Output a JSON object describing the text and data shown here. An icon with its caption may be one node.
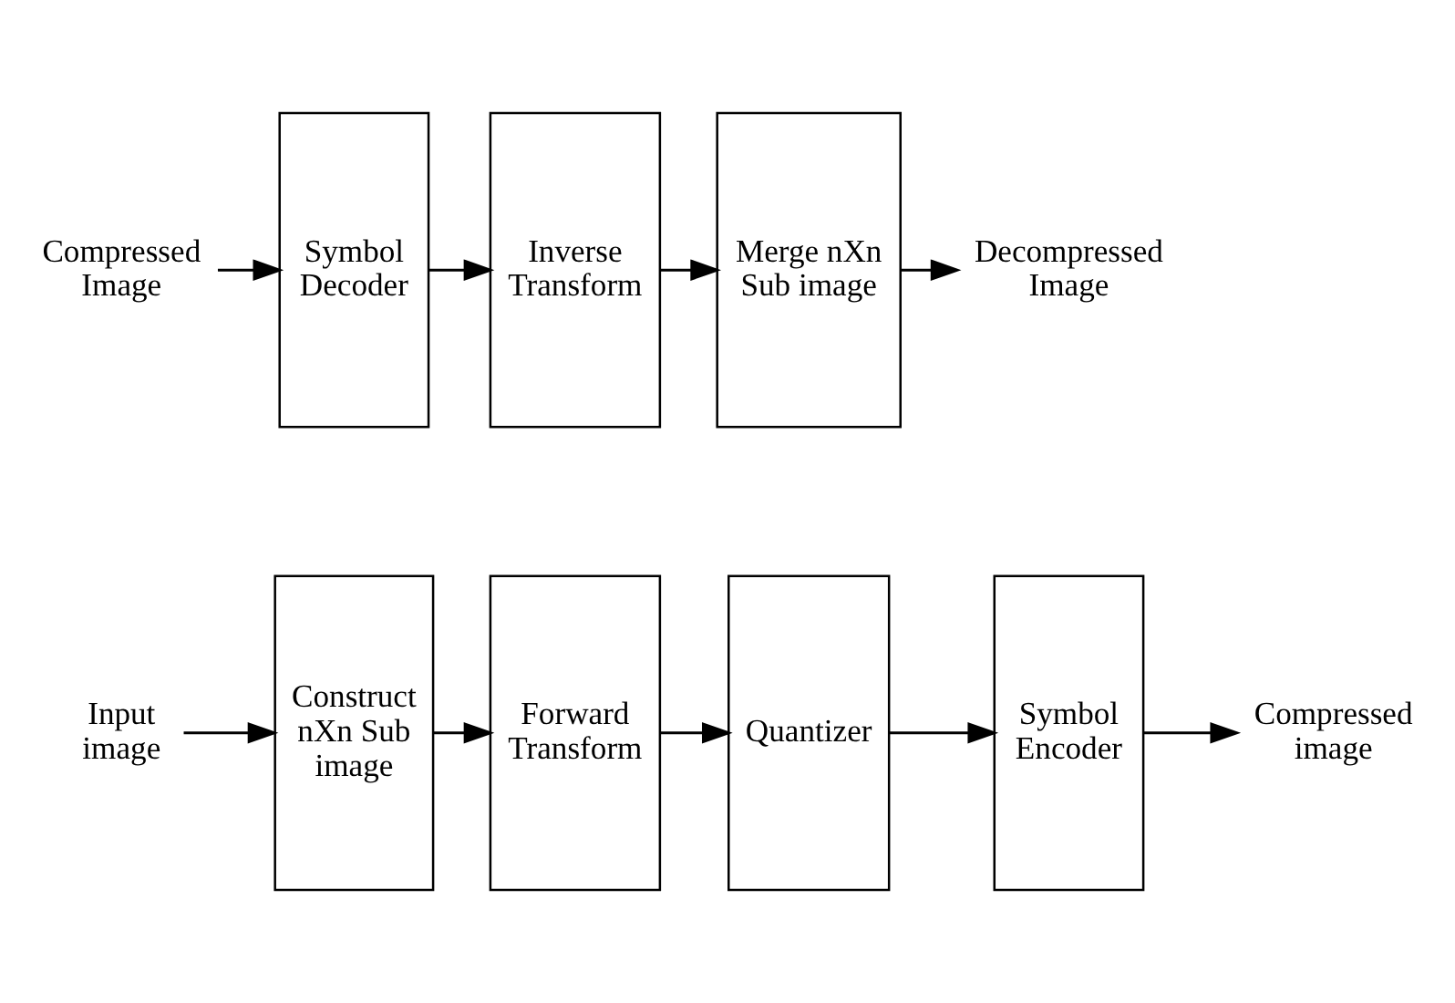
{
  "diagram": {
    "nodes": [
      {
        "text": [
          "Input image"
        ]
      },
      {
        "text": [
          "Construct nXn Sub image"
        ]
      },
      {
        "text": [
          "Forward Transform"
        ]
      },
      {
        "text": [
          "Quantizer"
        ]
      },
      {
        "text": [
          "Symbol Encoder"
        ]
      },
      {
        "text": [
          "Compressed image"
        ]
      },
      {
        "text": [
          "Compressed Image"
        ]
      },
      {
        "text": [
          "Symbol Decoder"
        ]
      },
      {
        "text": [
          "Inverse Transform"
        ]
      },
      {
        "text": [
          "Merge nXn Sub image"
        ]
      },
      {
        "text": [
          "Decompressed Image"
        ]
      }
    ],
    "edges": [
      {
        "from": 0,
        "to": 1,
        "arrow": "to"
      },
      {
        "from": 1,
        "to": 2,
        "arrow": "to"
      },
      {
        "from": 2,
        "to": 3,
        "arrow": "to"
      },
      {
        "from": 3,
        "to": 4,
        "arrow": "to"
      },
      {
        "from": 4,
        "to": 5,
        "arrow": "to"
      },
      {
        "from": 6,
        "to": 7,
        "arrow": "to"
      },
      {
        "from": 7,
        "to": 8,
        "arrow": "to"
      },
      {
        "from": 8,
        "to": 9,
        "arrow": "to"
      },
      {
        "from": 9,
        "to": 10,
        "arrow": "to"
      }
    ]
  }
}
